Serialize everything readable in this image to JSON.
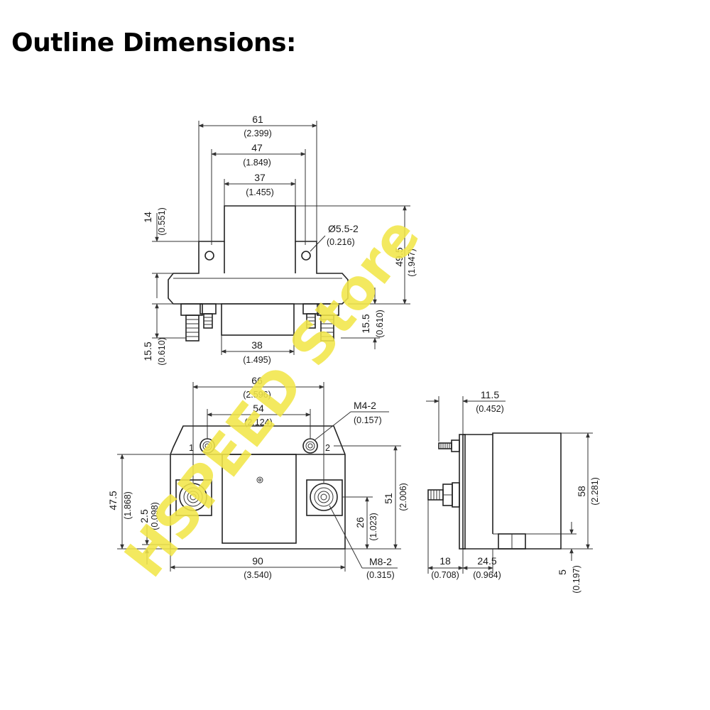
{
  "title": "Outline Dimensions:",
  "watermark": "HSPEED Store",
  "top_view": {
    "d61": "61",
    "d61_in": "(2.399)",
    "d47": "47",
    "d47_in": "(1.849)",
    "d37": "37",
    "d37_in": "(1.455)",
    "d14": "14",
    "d14_in": "(0.551)",
    "hole": "Ø5.5-2",
    "hole_in": "(0.216)",
    "d49_5": "49.5",
    "d49_5_in": "(1.947)",
    "d15_5_r": "15.5",
    "d15_5_r_in": "(0.610)",
    "d15_5_l": "15.5",
    "d15_5_l_in": "(0.610)",
    "d38": "38",
    "d38_in": "(1.495)"
  },
  "front_view": {
    "d66": "66",
    "d66_in": "(2.596)",
    "d54": "54",
    "d54_in": "(2.124)",
    "m4": "M4-2",
    "m4_in": "(0.157)",
    "pin1": "1",
    "pin2": "2",
    "d47_5": "47.5",
    "d47_5_in": "(1.868)",
    "d2_5": "2.5",
    "d2_5_in": "(0.098)",
    "d26": "26",
    "d26_in": "(1.023)",
    "d51": "51",
    "d51_in": "(2.006)",
    "d90": "90",
    "d90_in": "(3.540)",
    "m8": "M8-2",
    "m8_in": "(0.315)"
  },
  "side_view": {
    "d11_5": "11.5",
    "d11_5_in": "(0.452)",
    "d58": "58",
    "d58_in": "(2.281)",
    "d18": "18",
    "d18_in": "(0.708)",
    "d24_5": "24.5",
    "d24_5_in": "(0.964)",
    "d5": "5",
    "d5_in": "(0.197)"
  }
}
